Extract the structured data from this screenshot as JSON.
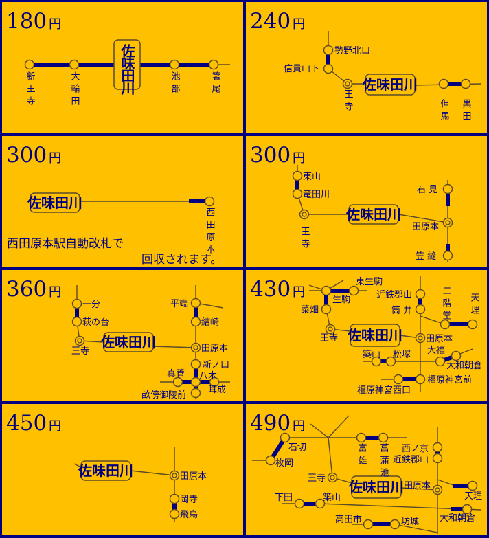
{
  "box_label": "佐味田川",
  "yen": "円",
  "colors": {
    "background": "#FFC000",
    "navy": "#000080",
    "line": "#5c4a2a"
  },
  "panels": [
    {
      "price": "180",
      "stations": [
        "新王寺",
        "大輪田",
        "池部",
        "箸尾"
      ]
    },
    {
      "price": "240",
      "stations": [
        "勢野北口",
        "信貴山下",
        "王寺",
        "但馬",
        "黒田"
      ]
    },
    {
      "price": "300",
      "stations": [
        "西田原本"
      ],
      "notes": [
        "西田原本駅自動改札で",
        "回収されます。"
      ]
    },
    {
      "price": "300",
      "stations": [
        "東山",
        "竜田川",
        "王寺",
        "石 見",
        "田原本",
        "笠 縫"
      ]
    },
    {
      "price": "360",
      "stations": [
        "一分",
        "萩の台",
        "王寺",
        "平端",
        "結崎",
        "田原本",
        "新ノ口",
        "真菅",
        "八木",
        "耳成",
        "畝傍御陵前"
      ]
    },
    {
      "price": "430",
      "stations": [
        "東生駒",
        "生駒",
        "菜畑",
        "王寺",
        "近鉄郡山",
        "筒 井",
        "二階堂",
        "天理",
        "田原本",
        "築山",
        "松塚",
        "大福",
        "大和朝倉",
        "橿原神宮前",
        "橿原神宮西口"
      ]
    },
    {
      "price": "450",
      "stations": [
        "田原本",
        "岡寺",
        "飛鳥"
      ]
    },
    {
      "price": "490",
      "stations": [
        "石切",
        "枚岡",
        "富雄",
        "菖蒲池",
        "西ノ京",
        "近鉄郡山",
        "王寺",
        "田原本",
        "天理",
        "下田",
        "築山",
        "大和朝倉",
        "高田市",
        "坊城"
      ]
    }
  ]
}
